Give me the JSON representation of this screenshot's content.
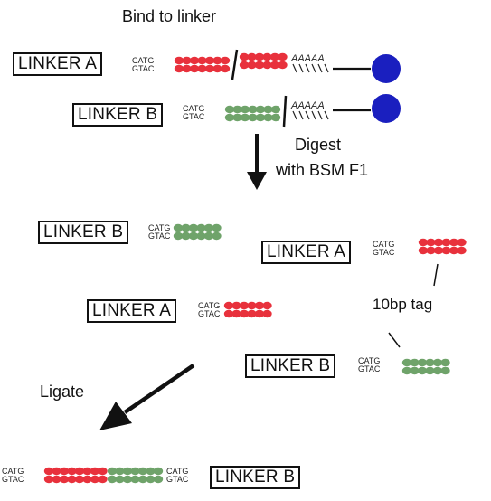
{
  "labels": {
    "bind_to_linker": "Bind to linker",
    "digest_line1": "Digest",
    "digest_line2": "with BSM F1",
    "tag": "10bp tag",
    "ligate": "Ligate"
  },
  "linkers": {
    "a": "LINKER A",
    "b": "LINKER B"
  },
  "overhang": {
    "top": "CATG",
    "bottom": "GTAC"
  },
  "poly_a": "AAAAA",
  "colors": {
    "red_strand": "#e8313c",
    "green_strand": "#6fa36a",
    "bead": "#1a1fbf",
    "ink": "#111111"
  },
  "icons": [
    "streptavidin-bead-icon",
    "down-arrow-icon",
    "diagonal-arrow-icon"
  ]
}
